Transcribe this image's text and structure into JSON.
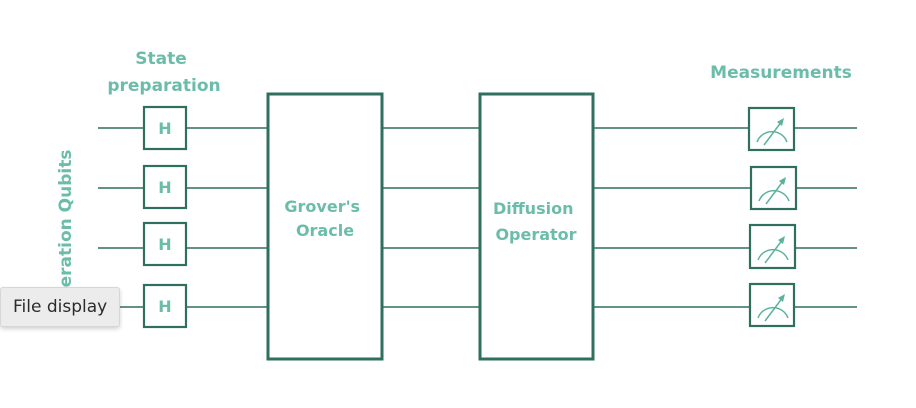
{
  "labels": {
    "state_preparation": [
      "State",
      "preparation"
    ],
    "measurements": "Measurements",
    "qubits_axis": "Operation Qubits"
  },
  "gates": {
    "hadamard": [
      "H",
      "H",
      "H",
      "H"
    ]
  },
  "blocks": {
    "oracle": [
      "Grover's",
      "Oracle"
    ],
    "diffusion": [
      "Diffusion",
      "Operator"
    ]
  },
  "measurement_count": 4,
  "tooltip": {
    "text": "File display"
  },
  "colors": {
    "line": "#2f6f5e",
    "text": "#6bbdaa",
    "tooltip_bg": "#ececec"
  }
}
